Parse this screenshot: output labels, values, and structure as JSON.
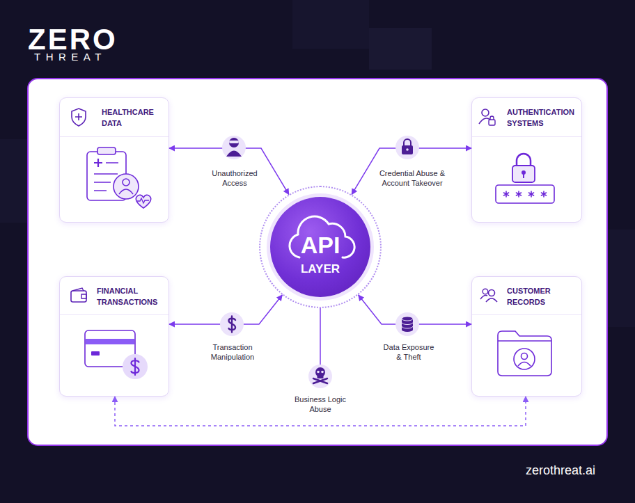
{
  "diagram": {
    "nodes": [
      {
        "text": [
          "HEALTHCARE DATA"
        ]
      },
      {
        "text": [
          "AUTHENTICATION SYSTEMS"
        ]
      },
      {
        "text": [
          "API",
          "LAYER"
        ]
      },
      {
        "text": [
          "FINANCIAL TRANSACTIONS"
        ]
      },
      {
        "text": [
          "CUSTOMER RECORDS"
        ]
      }
    ],
    "edges": [
      {
        "from": 2,
        "to": 0,
        "label": "Unauthorized Access",
        "arrow": "both"
      },
      {
        "from": 2,
        "to": 1,
        "label": "Credential Abuse & Account Takeover",
        "arrow": "both"
      },
      {
        "from": 2,
        "to": 3,
        "label": "Transaction Manipulation",
        "arrow": "both"
      },
      {
        "from": 2,
        "to": 4,
        "label": "Data Exposure & Theft",
        "arrow": "both"
      },
      {
        "from": 3,
        "to": 4,
        "arrow": "both"
      }
    ],
    "labels": [
      "ZERO",
      "THREAT",
      "Business Logic Abuse",
      "zerothreat.ai"
    ]
  }
}
